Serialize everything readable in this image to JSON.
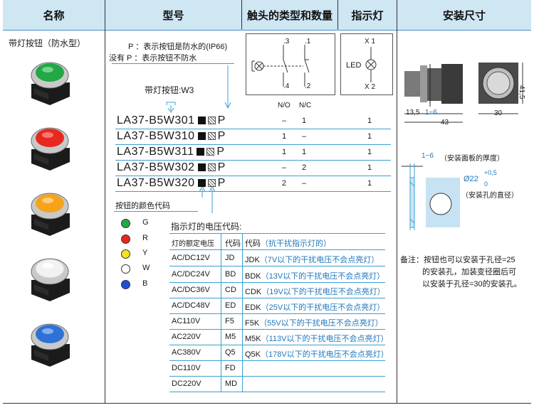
{
  "headers": {
    "name": "名称",
    "model": "型号",
    "contacts": "触头的类型和数量",
    "indicator": "指示灯",
    "dims": "安装尺寸"
  },
  "product_name": "带灯按钮（防水型）",
  "buttons": [
    {
      "color_name": "green",
      "color": "#22a845"
    },
    {
      "color_name": "red",
      "color": "#e8281e"
    },
    {
      "color_name": "amber",
      "color": "#f6a31c"
    },
    {
      "color_name": "white",
      "color": "#f2f2f2"
    },
    {
      "color_name": "blue",
      "color": "#2f72d6"
    }
  ],
  "notes": {
    "p_line": "P ：表示按钮是防水的(IP66)",
    "no_p_line": "没有 P ：表示按钮不防水"
  },
  "model_caption": "带灯按钮:W3",
  "contact_diagram": {
    "t3": ".3",
    "t1": ".1",
    "t4": ".4",
    "t2": ".2",
    "no": "N/O",
    "nc": "N/C"
  },
  "indicator_diagram": {
    "x1": "X 1",
    "x2": "X 2",
    "led": "LED"
  },
  "models": [
    {
      "code": "LA37-B5W301",
      "suffix": "P",
      "no": "–",
      "nc": "1",
      "indicator": "1"
    },
    {
      "code": "LA37-B5W310",
      "suffix": "P",
      "no": "1",
      "nc": "–",
      "indicator": "1"
    },
    {
      "code": "LA37-B5W311",
      "suffix": "P",
      "no": "1",
      "nc": "1",
      "indicator": "1"
    },
    {
      "code": "LA37-B5W302",
      "suffix": "P",
      "no": "–",
      "nc": "2",
      "indicator": "1"
    },
    {
      "code": "LA37-B5W320",
      "suffix": "P",
      "no": "2",
      "nc": "–",
      "indicator": "1"
    }
  ],
  "color_code_label": "按钮的颜色代码",
  "color_codes": [
    {
      "code": "G",
      "color": "#22a845"
    },
    {
      "code": "R",
      "color": "#e8281e"
    },
    {
      "code": "Y",
      "color": "#f2e51c"
    },
    {
      "code": "W",
      "color": "#ffffff"
    },
    {
      "code": "B",
      "color": "#1f4fd8"
    }
  ],
  "voltage_title": "指示灯的电压代码:",
  "voltage_header": {
    "voltage": "灯的额定电压",
    "code": "代码",
    "desc_code": "代码",
    "desc_note": "（抗干扰指示灯的）"
  },
  "voltages": [
    {
      "voltage": "AC/DC12V",
      "code": "JD",
      "dcode": "JDK",
      "dnote": "（7V以下的干扰电压不会点亮灯）"
    },
    {
      "voltage": "AC/DC24V",
      "code": "BD",
      "dcode": "BDK",
      "dnote": "（13V以下的干扰电压不会点亮灯）"
    },
    {
      "voltage": "AC/DC36V",
      "code": "CD",
      "dcode": "CDK",
      "dnote": "（19V以下的干扰电压不会点亮灯）"
    },
    {
      "voltage": "AC/DC48V",
      "code": "ED",
      "dcode": "EDK",
      "dnote": "（25V以下的干扰电压不会点亮灯）"
    },
    {
      "voltage": "AC110V",
      "code": "F5",
      "dcode": "F5K",
      "dnote": "（55V以下的干扰电压不会点亮灯）"
    },
    {
      "voltage": "AC220V",
      "code": "M5",
      "dcode": "M5K",
      "dnote": "（113V以下的干扰电压不会点亮灯）"
    },
    {
      "voltage": "AC380V",
      "code": "Q5",
      "dcode": "Q5K",
      "dnote": "（178V以下的干扰电压不会点亮灯）"
    },
    {
      "voltage": "DC110V",
      "code": "FD",
      "dcode": "",
      "dnote": ""
    },
    {
      "voltage": "DC220V",
      "code": "MD",
      "dcode": "",
      "dnote": ""
    }
  ],
  "dimensions": {
    "d41_5": "41,5",
    "d13_5": "13,5",
    "d1_6": "1~6",
    "d30": "30",
    "d43": "43"
  },
  "panel": {
    "thickness_range": "1~6",
    "thickness_label": "（安装面板的厚度）",
    "hole_dia": "Ø22",
    "hole_tol_plus": "+0,5",
    "hole_tol_zero": "0",
    "hole_label": "（安装孔的直径）"
  },
  "remark": {
    "line1": "备注：按钮也可以安装于孔径=25",
    "line2": "的安装孔，加装变径圈后可",
    "line3": "以安装于孔径=30的安装孔。"
  }
}
